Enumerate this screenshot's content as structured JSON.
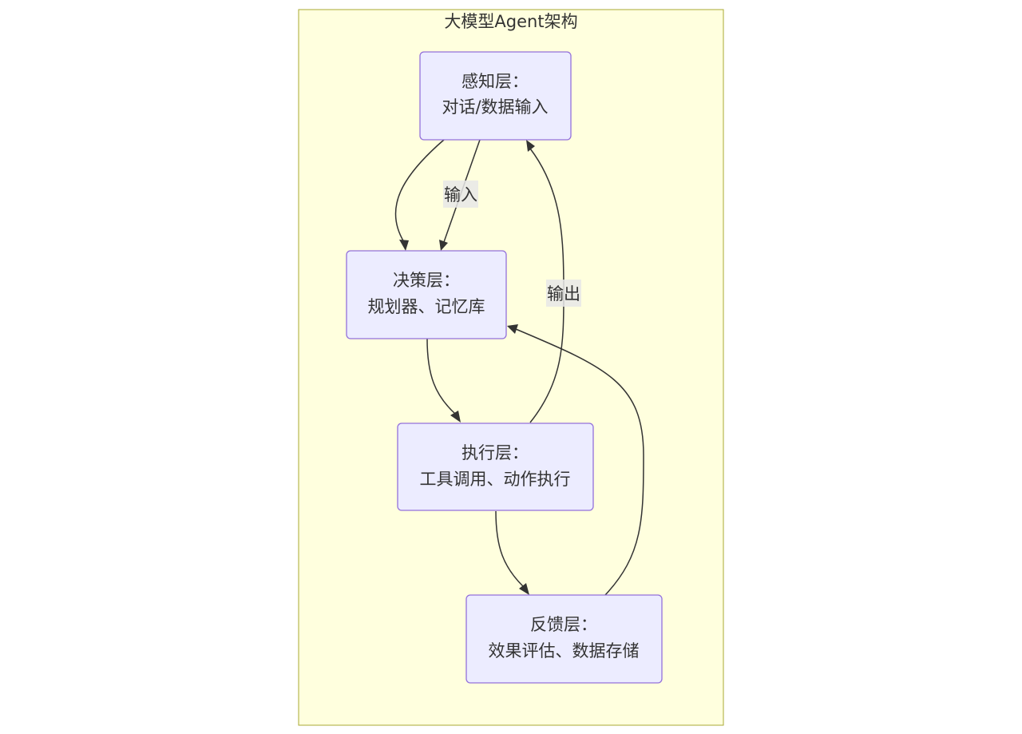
{
  "diagram": {
    "title": "大模型Agent架构",
    "nodes": {
      "perception": {
        "line1": "感知层：",
        "line2": "对话/数据输入"
      },
      "decision": {
        "line1": "决策层：",
        "line2": "规划器、记忆库"
      },
      "execution": {
        "line1": "执行层：",
        "line2": "工具调用、动作执行"
      },
      "feedback": {
        "line1": "反馈层：",
        "line2": "效果评估、数据存储"
      }
    },
    "edges": [
      {
        "from": "perception",
        "to": "decision",
        "label": ""
      },
      {
        "from": "perception",
        "to": "decision",
        "label": "输入"
      },
      {
        "from": "decision",
        "to": "execution",
        "label": ""
      },
      {
        "from": "execution",
        "to": "perception",
        "label": "输出"
      },
      {
        "from": "execution",
        "to": "feedback",
        "label": ""
      },
      {
        "from": "feedback",
        "to": "decision",
        "label": ""
      }
    ],
    "colors": {
      "cluster_fill": "#ffffde",
      "cluster_stroke": "#aaaa33",
      "node_fill": "#ececff",
      "node_stroke": "#9370db",
      "edge": "#333333",
      "text": "#333333"
    }
  }
}
